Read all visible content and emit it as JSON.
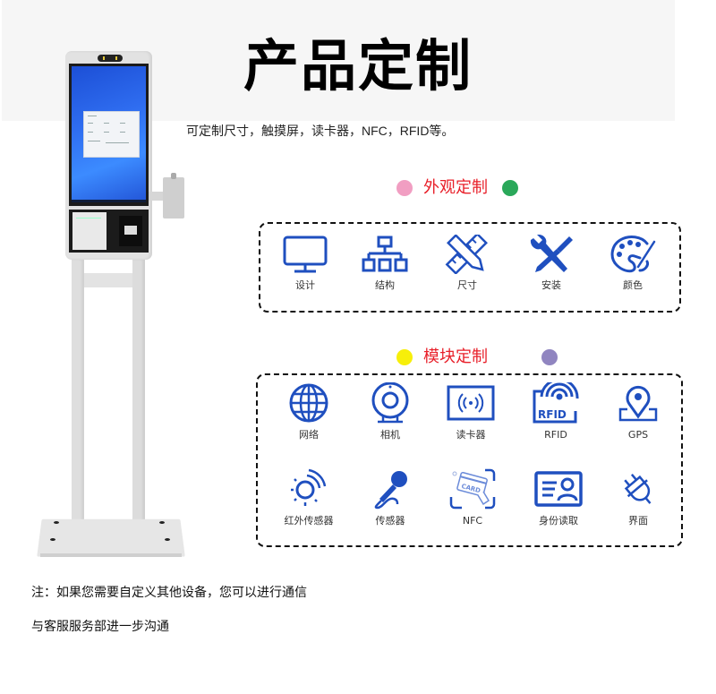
{
  "header": {
    "title": "产品定制",
    "subtitle": "可定制尺寸，触摸屏，读卡器，NFC，RFID等。"
  },
  "colors": {
    "icon_blue": "#1f4fbf",
    "section_title_red": "#e8202a",
    "band_gray": "#f6f6f6"
  },
  "appearance": {
    "title": "外观定制",
    "dot_left_color": "#f19ec2",
    "dot_right_color": "#2aa85a",
    "items": [
      {
        "icon": "monitor-icon",
        "label": "设计"
      },
      {
        "icon": "hierarchy-icon",
        "label": "结构"
      },
      {
        "icon": "ruler-pencil-icon",
        "label": "尺寸"
      },
      {
        "icon": "wrench-screwdriver-icon",
        "label": "安装"
      },
      {
        "icon": "palette-icon",
        "label": "颜色"
      }
    ]
  },
  "modules": {
    "title": "模块定制",
    "dot_left_color": "#f7ef0a",
    "dot_right_color": "#9085c0",
    "row1": [
      {
        "icon": "globe-icon",
        "label": "网络"
      },
      {
        "icon": "webcam-icon",
        "label": "相机"
      },
      {
        "icon": "card-reader-icon",
        "label": "读卡器"
      },
      {
        "icon": "rfid-icon",
        "label": "RFID"
      },
      {
        "icon": "map-pin-icon",
        "label": "GPS"
      }
    ],
    "row2": [
      {
        "icon": "infrared-sensor-icon",
        "label": "红外传感器"
      },
      {
        "icon": "microphone-icon",
        "label": "传感器"
      },
      {
        "icon": "nfc-card-icon",
        "label": "NFC",
        "card_text": "CARD"
      },
      {
        "icon": "id-card-icon",
        "label": "身份读取"
      },
      {
        "icon": "plug-icon",
        "label": "界面"
      }
    ]
  },
  "footer": {
    "note_line1": "注：如果您需要自定义其他设备，您可以进行通信",
    "note_line2": "与客服服务部进一步沟通"
  }
}
